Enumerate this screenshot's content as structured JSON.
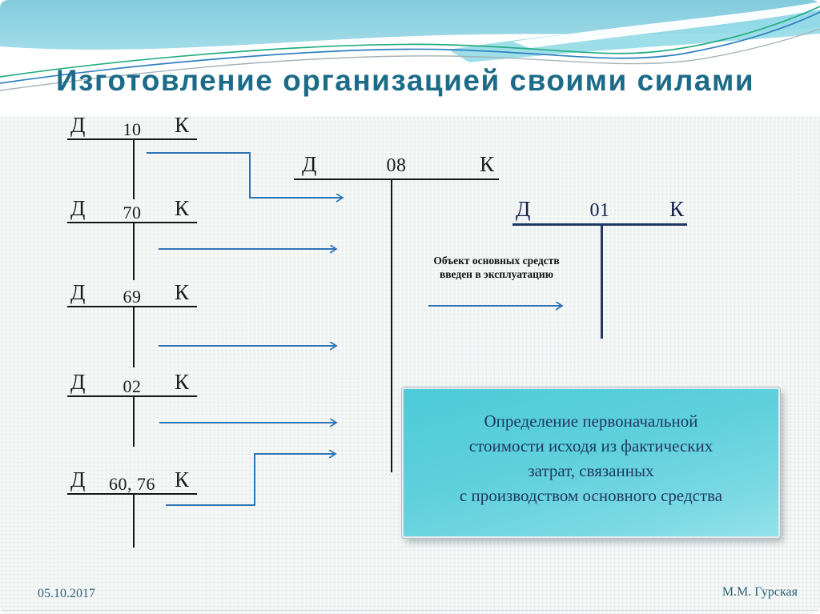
{
  "title": "Изготовление организацией своими силами",
  "t_accounts": {
    "debit_label": "Д",
    "credit_label": "К",
    "sources": [
      {
        "number": "10"
      },
      {
        "number": "70"
      },
      {
        "number": "69"
      },
      {
        "number": "02"
      },
      {
        "number": "60, 76"
      }
    ],
    "construction_account": {
      "number": "08"
    },
    "fixed_assets_account": {
      "number": "01"
    }
  },
  "notes": {
    "commissioning": {
      "line1": "Объект основных средств",
      "line2": "введен в эксплуатацию"
    },
    "initial_cost": {
      "line1": "Определение первоначальной",
      "line2": "стоимости исходя из фактических",
      "line3": "затрат, связанных",
      "line4": "с производством основного средства"
    }
  },
  "footer": {
    "date": "05.10.2017",
    "author": "М.М. Гурская"
  },
  "colors": {
    "title": "#1c6b88",
    "arrow": "#2e75b6",
    "account_line": "#151515",
    "final_account_line": "#1f3864",
    "box_text": "#1f3864",
    "box_gradient_top": "#4ecbd9",
    "box_gradient_bottom": "#93e2e9",
    "header_band": "#8ed4e2",
    "footer_text": "#2c6077"
  }
}
